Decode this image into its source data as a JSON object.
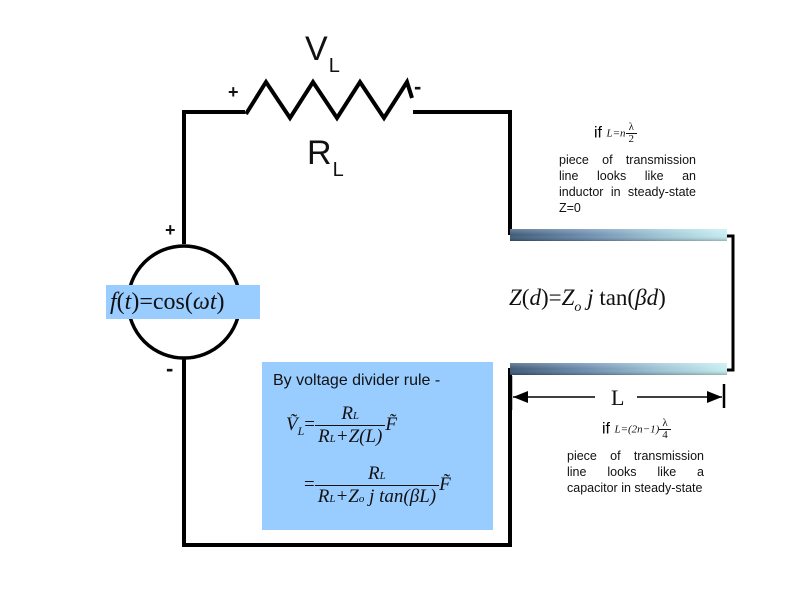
{
  "resistor": {
    "voltage_label": "V",
    "voltage_sub": "L",
    "resistance_label": "R",
    "resistance_sub": "L",
    "plus": "+",
    "minus": "-"
  },
  "source": {
    "plus": "+",
    "minus": "-",
    "equation": {
      "f": "f",
      "t_arg": "(t)",
      "eq": "=cos",
      "paren_open": "(",
      "omega": "ω",
      "t": "t",
      "paren_close": ")"
    }
  },
  "transmission_line": {
    "impedance": {
      "lhs": "Z",
      "d_arg": "(d)",
      "eq": "=",
      "Z": "Z",
      "o": "o",
      "j": "j",
      "tan": "tan",
      "arg_open": "(",
      "beta": "β",
      "d": "d",
      "arg_close": ")"
    },
    "length_label": "L"
  },
  "inductor_note": {
    "if": "if",
    "condition_lhs": "L=n",
    "frac_num": "λ",
    "frac_den": "2",
    "text": "piece of transmission line looks like an inductor in steady-state  Z=0"
  },
  "capacitor_note": {
    "if": "if",
    "condition_lhs": "L=(2n−1)",
    "frac_num": "λ",
    "frac_den": "4",
    "text": "piece of transmission line looks like a capacitor in steady-state"
  },
  "divider": {
    "title": "By voltage divider rule -",
    "line1": {
      "lhs": "Ṽ",
      "lhs_sub": "L",
      "eq": "=",
      "num": "R",
      "num_sub": "L",
      "den_a": "R",
      "den_a_sub": "L",
      "den_b": "+Z(L)",
      "rhs": "F̃"
    },
    "line2": {
      "eq": "=",
      "num": "R",
      "num_sub": "L",
      "den_a": "R",
      "den_a_sub": "L",
      "den_b": "+Z",
      "den_b_sub": "o",
      "den_c": "j tan(βL)",
      "rhs": "F̃"
    }
  },
  "colors": {
    "highlight": "#99ccff",
    "wire": "#000000",
    "line_dark": "#4a6a8c",
    "line_light": "#b8e4ee"
  }
}
